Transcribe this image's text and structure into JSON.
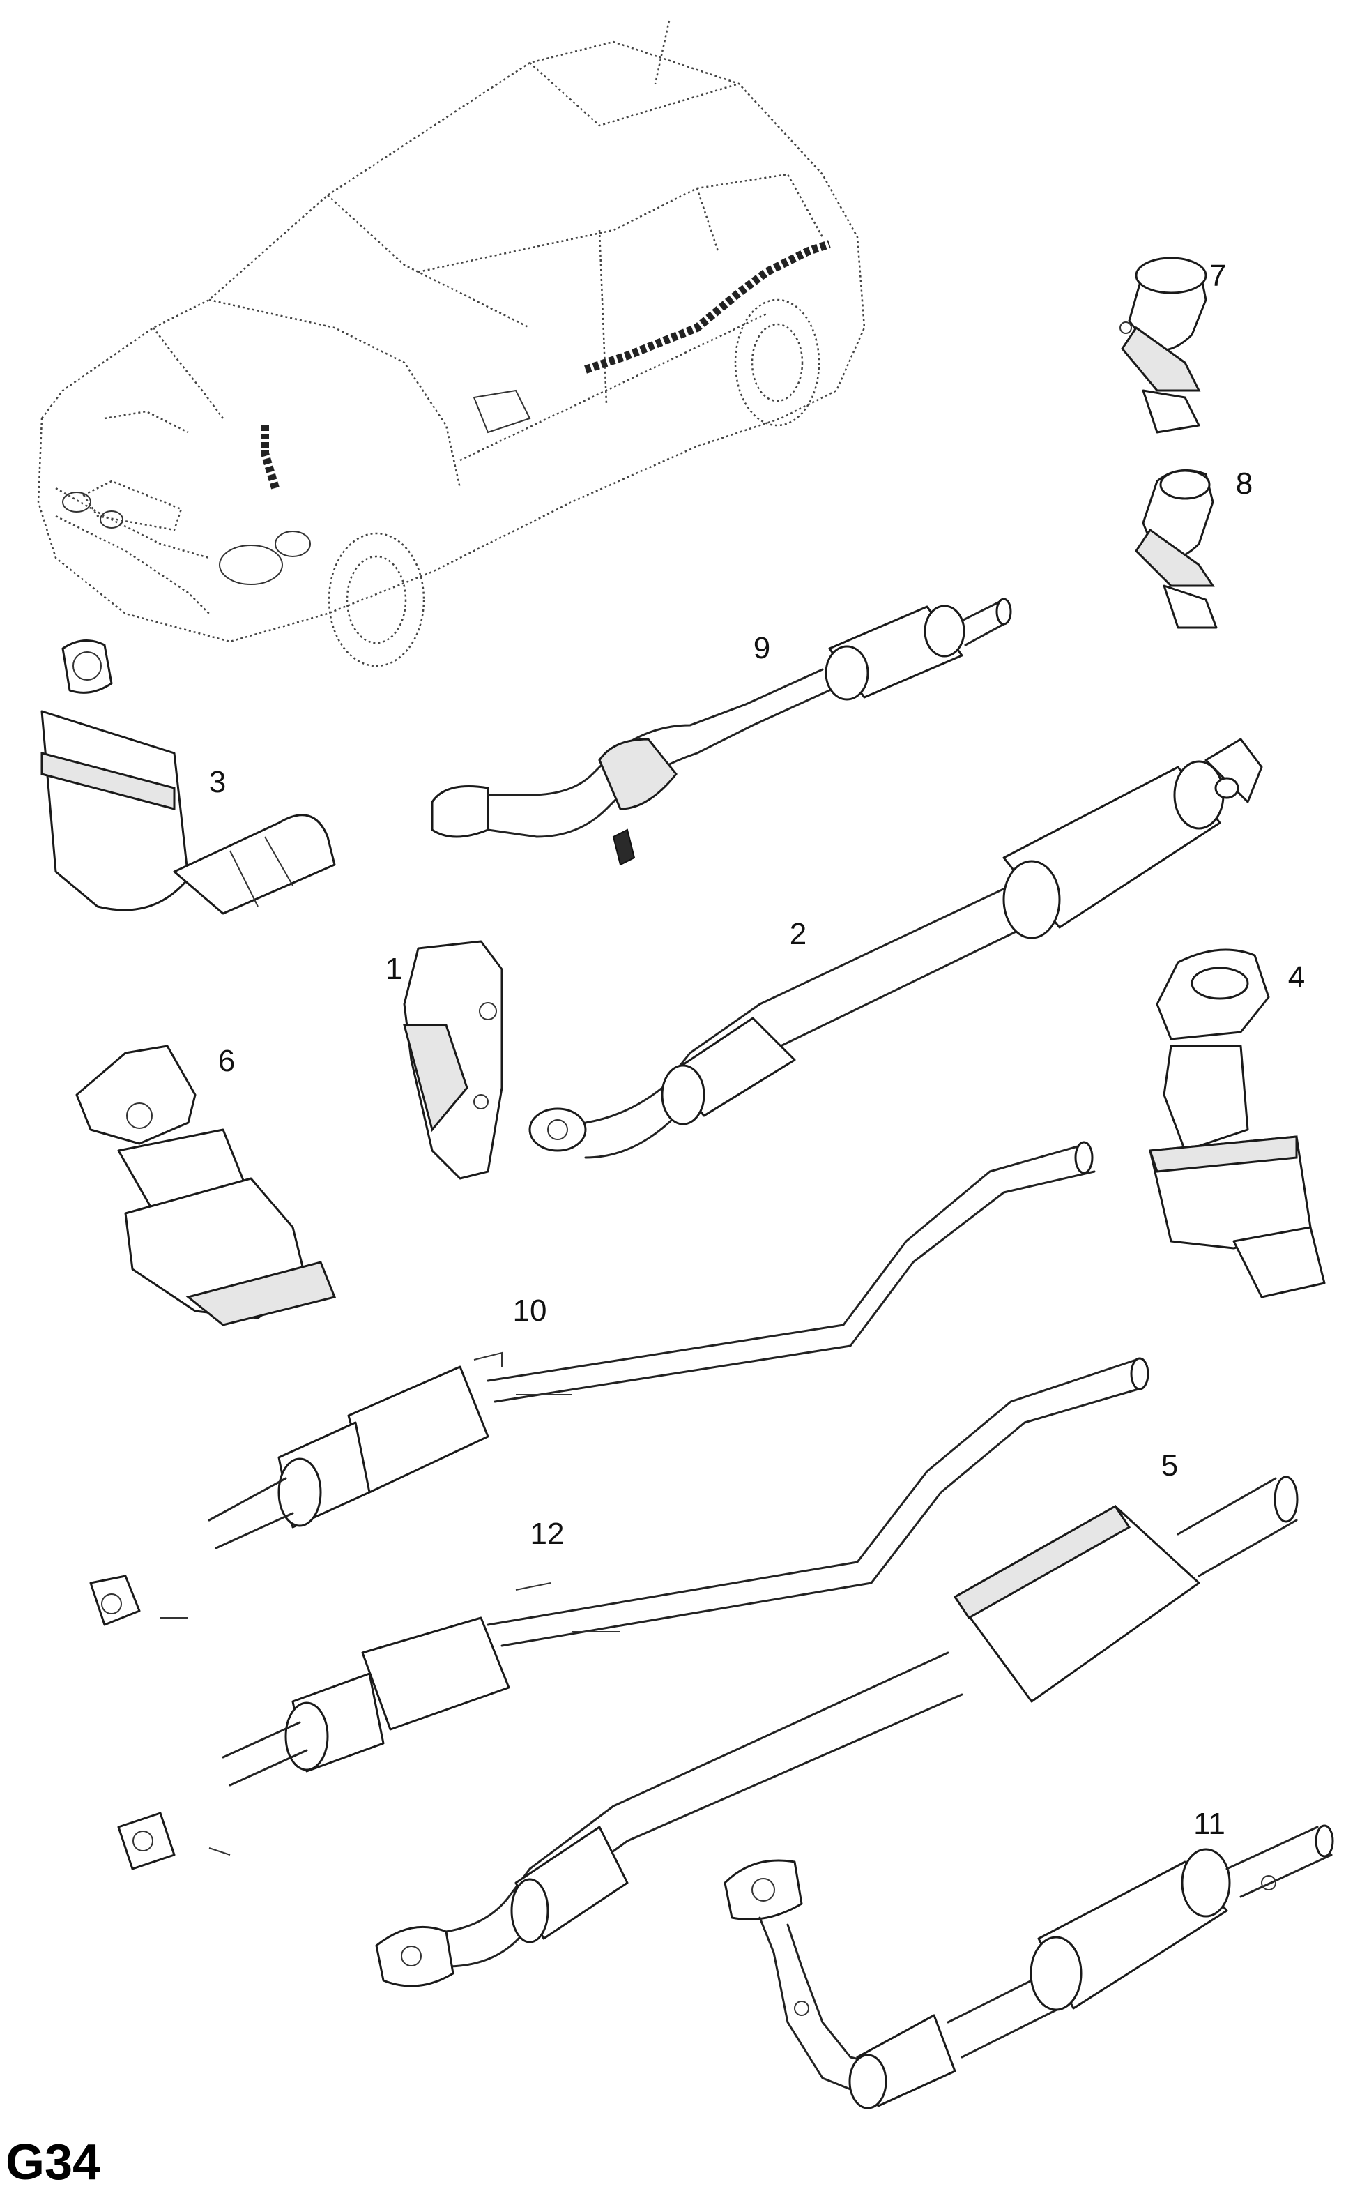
{
  "diagram": {
    "page_code": "G34",
    "callouts": [
      "1",
      "2",
      "3",
      "4",
      "5",
      "6",
      "7",
      "8",
      "9",
      "10",
      "11",
      "12"
    ]
  }
}
